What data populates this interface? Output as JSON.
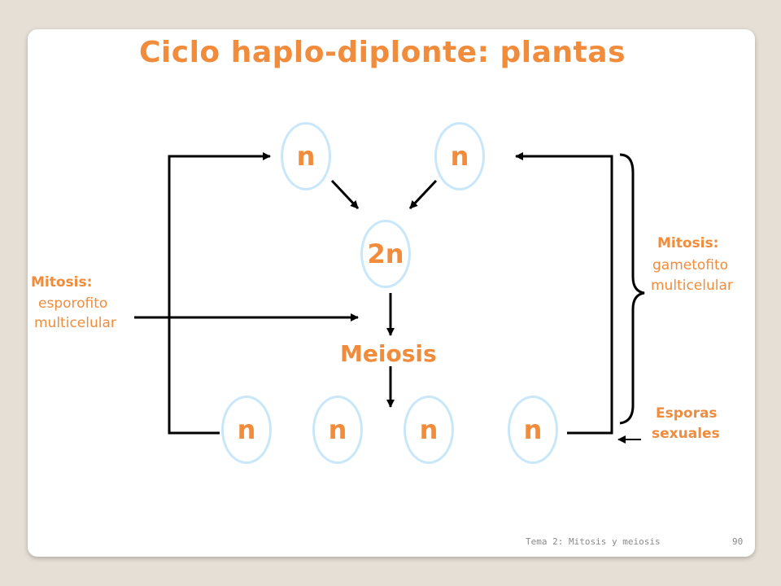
{
  "title": "Ciclo haplo-diplonte: plantas",
  "cells": {
    "gamete_left": "n",
    "gamete_right": "n",
    "zygote": "2n",
    "spores": [
      "n",
      "n",
      "n",
      "n"
    ]
  },
  "process_label": "Meiosis",
  "left_label": {
    "line1": "Mitosis:",
    "line2": "esporofito",
    "line3": "multicelular"
  },
  "right_label": {
    "line1": "Mitosis:",
    "line2": "gametofito",
    "line3": "multicelular"
  },
  "spores_label": {
    "line1": "Esporas",
    "line2": "sexuales"
  },
  "footer": {
    "text": "Tema 2: Mitosis y meiosis",
    "page": "90"
  },
  "colors": {
    "accent": "#f08c3c",
    "cell_border": "#c8e8fa",
    "line": "#000000"
  }
}
